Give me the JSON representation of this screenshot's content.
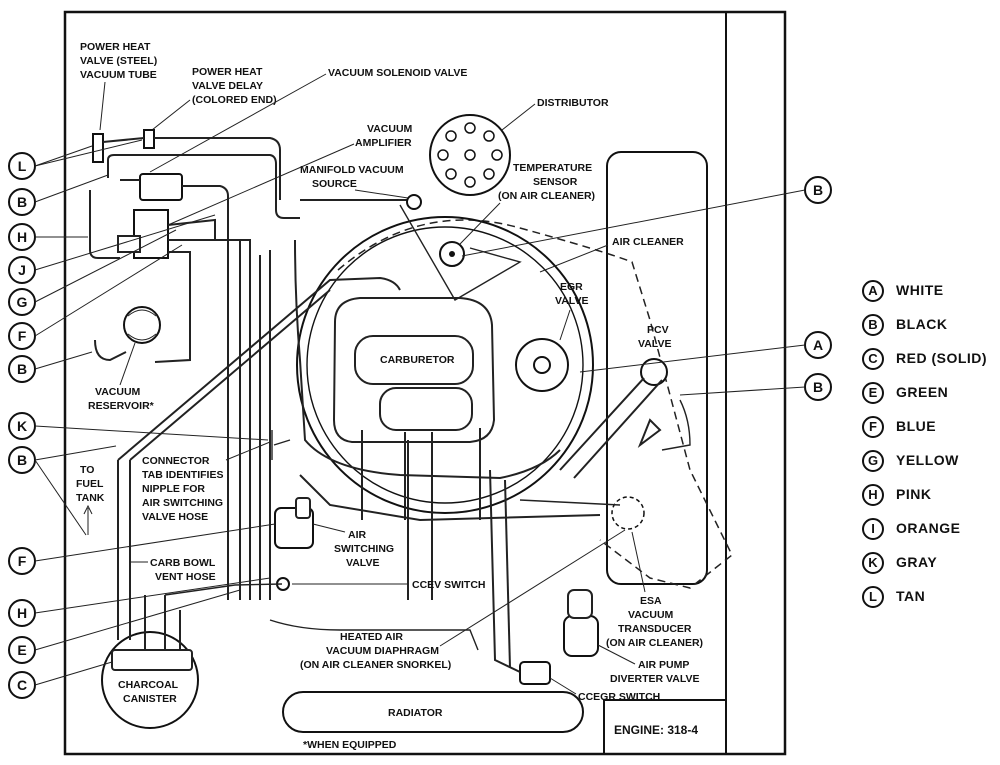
{
  "labels": {
    "power_heat_tube": [
      "POWER HEAT",
      "VALVE (STEEL)",
      "VACUUM TUBE"
    ],
    "power_heat_delay": [
      "POWER HEAT",
      "VALVE DELAY",
      "(COLORED END)"
    ],
    "vacuum_solenoid": "VACUUM SOLENOID VALVE",
    "vacuum_amplifier": [
      "VACUUM",
      "AMPLIFIER"
    ],
    "distributor": "DISTRIBUTOR",
    "manifold_vacuum": [
      "MANIFOLD VACUUM",
      "SOURCE"
    ],
    "temperature_sensor": [
      "TEMPERATURE",
      "SENSOR",
      "(ON AIR CLEANER)"
    ],
    "air_cleaner": "AIR CLEANER",
    "egr_valve": [
      "EGR",
      "VALVE"
    ],
    "pcv_valve": [
      "PCV",
      "VALVE"
    ],
    "carburetor": "CARBURETOR",
    "vacuum_reservoir": [
      "VACUUM",
      "RESERVOIR*"
    ],
    "to_fuel_tank": [
      "TO",
      "FUEL",
      "TANK"
    ],
    "connector_tab": [
      "CONNECTOR",
      "TAB IDENTIFIES",
      "NIPPLE FOR",
      "AIR SWITCHING",
      "VALVE HOSE"
    ],
    "air_switching": [
      "AIR",
      "SWITCHING",
      "VALVE"
    ],
    "carb_bowl": [
      "CARB BOWL",
      "VENT HOSE"
    ],
    "ccev_switch": "CCEV SWITCH",
    "heated_air": [
      "HEATED AIR",
      "VACUUM DIAPHRAGM",
      "(ON AIR CLEANER SNORKEL)"
    ],
    "esa_transducer": [
      "ESA",
      "VACUUM",
      "TRANSDUCER",
      "(ON AIR CLEANER)"
    ],
    "air_pump": [
      "AIR PUMP",
      "DIVERTER VALVE"
    ],
    "ccegr_switch": "CCEGR SWITCH",
    "charcoal_canister": [
      "CHARCOAL",
      "CANISTER"
    ],
    "radiator": "RADIATOR",
    "when_equipped": "*WHEN EQUIPPED",
    "engine": "ENGINE: 318-4"
  },
  "callouts": {
    "left": [
      "L",
      "B",
      "H",
      "J",
      "G",
      "F",
      "B",
      "K",
      "B",
      "F",
      "H",
      "E",
      "C"
    ],
    "right": [
      "B",
      "A",
      "B"
    ]
  },
  "legend": [
    {
      "letter": "A",
      "color": "WHITE"
    },
    {
      "letter": "B",
      "color": "BLACK"
    },
    {
      "letter": "C",
      "color": "RED (SOLID)"
    },
    {
      "letter": "E",
      "color": "GREEN"
    },
    {
      "letter": "F",
      "color": "BLUE"
    },
    {
      "letter": "G",
      "color": "YELLOW"
    },
    {
      "letter": "H",
      "color": "PINK"
    },
    {
      "letter": "I",
      "color": "ORANGE"
    },
    {
      "letter": "K",
      "color": "GRAY"
    },
    {
      "letter": "L",
      "color": "TAN"
    }
  ]
}
